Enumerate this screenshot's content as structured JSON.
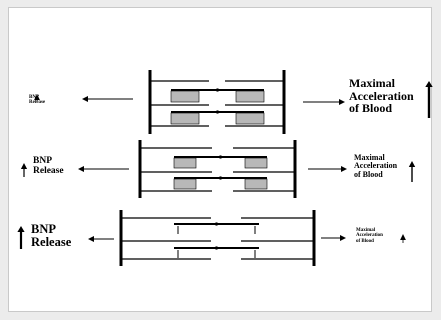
{
  "rows": [
    {
      "left_label": [
        "BNP",
        "Release"
      ],
      "right_label": [
        "Maximal",
        "Acceleration",
        "of Blood"
      ]
    },
    {
      "left_label": [
        "BNP",
        "Release"
      ],
      "right_label": [
        "Maximal",
        "Acceleration",
        "of Blood"
      ]
    },
    {
      "left_label": [
        "BNP",
        "Release"
      ],
      "right_label": [
        "Maximal",
        "Acceleration",
        "of Blood"
      ]
    }
  ],
  "colors": {
    "ink": "#000000",
    "fill": "#b8b8b8",
    "frame": "#ececec"
  }
}
